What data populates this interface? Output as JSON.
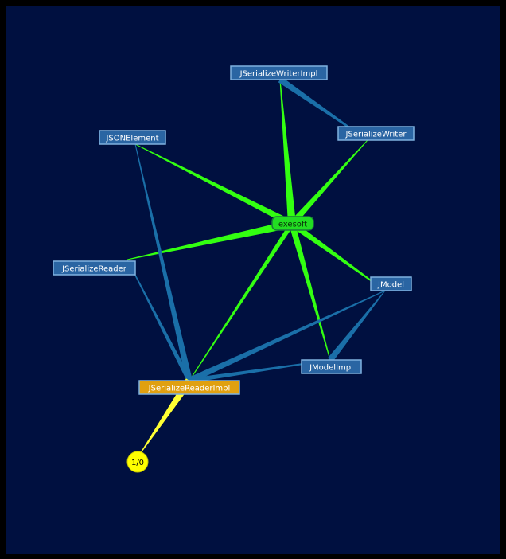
{
  "colors": {
    "background": "#001040",
    "node_fill": "#2a65a3",
    "node_border": "#7fb2e0",
    "hub_fill": "#22dd22",
    "hub_border": "#1a7a3a",
    "selected_fill": "#e0a010",
    "selected_border": "#7fb2e0",
    "bubble_fill": "#ffff00",
    "edge_green": "#33ff11",
    "edge_blue": "#1a6fa8",
    "edge_yellow": "#ffff33"
  },
  "nodes": {
    "JSerializeWriterImpl": {
      "label": "JSerializeWriterImpl",
      "kind": "class"
    },
    "JSerializeWriter": {
      "label": "JSerializeWriter",
      "kind": "class"
    },
    "JSONElement": {
      "label": "JSONElement",
      "kind": "class"
    },
    "exesoft": {
      "label": "exesoft",
      "kind": "hub"
    },
    "JSerializeReader": {
      "label": "JSerializeReader",
      "kind": "class"
    },
    "JModel": {
      "label": "JModel",
      "kind": "class"
    },
    "JModelImpl": {
      "label": "JModelImpl",
      "kind": "class"
    },
    "JSerializeReaderImpl": {
      "label": "JSerializeReaderImpl",
      "kind": "selected"
    },
    "counter": {
      "label": "1/0",
      "kind": "bubble"
    }
  },
  "edges": [
    {
      "from": "exesoft",
      "to": "JSerializeWriterImpl",
      "color": "green",
      "weight": 5
    },
    {
      "from": "exesoft",
      "to": "JSerializeWriter",
      "color": "green",
      "weight": 4
    },
    {
      "from": "exesoft",
      "to": "JSONElement",
      "color": "green",
      "weight": 4
    },
    {
      "from": "exesoft",
      "to": "JSerializeReader",
      "color": "green",
      "weight": 5
    },
    {
      "from": "exesoft",
      "to": "JModel",
      "color": "green",
      "weight": 4
    },
    {
      "from": "exesoft",
      "to": "JModelImpl",
      "color": "green",
      "weight": 4
    },
    {
      "from": "exesoft",
      "to": "JSerializeReaderImpl",
      "color": "green",
      "weight": 3
    },
    {
      "from": "JSerializeWriterImpl",
      "to": "JSerializeWriter",
      "color": "blue",
      "weight": 4
    },
    {
      "from": "JSerializeReaderImpl",
      "to": "JSONElement",
      "color": "blue",
      "weight": 4
    },
    {
      "from": "JSerializeReaderImpl",
      "to": "JSerializeReader",
      "color": "blue",
      "weight": 3
    },
    {
      "from": "JSerializeReaderImpl",
      "to": "JModel",
      "color": "blue",
      "weight": 4
    },
    {
      "from": "JSerializeReaderImpl",
      "to": "JModelImpl",
      "color": "blue",
      "weight": 3
    },
    {
      "from": "JModelImpl",
      "to": "JModel",
      "color": "blue",
      "weight": 4
    },
    {
      "from": "JSerializeReaderImpl",
      "to": "counter",
      "color": "yellow",
      "weight": 5
    }
  ]
}
